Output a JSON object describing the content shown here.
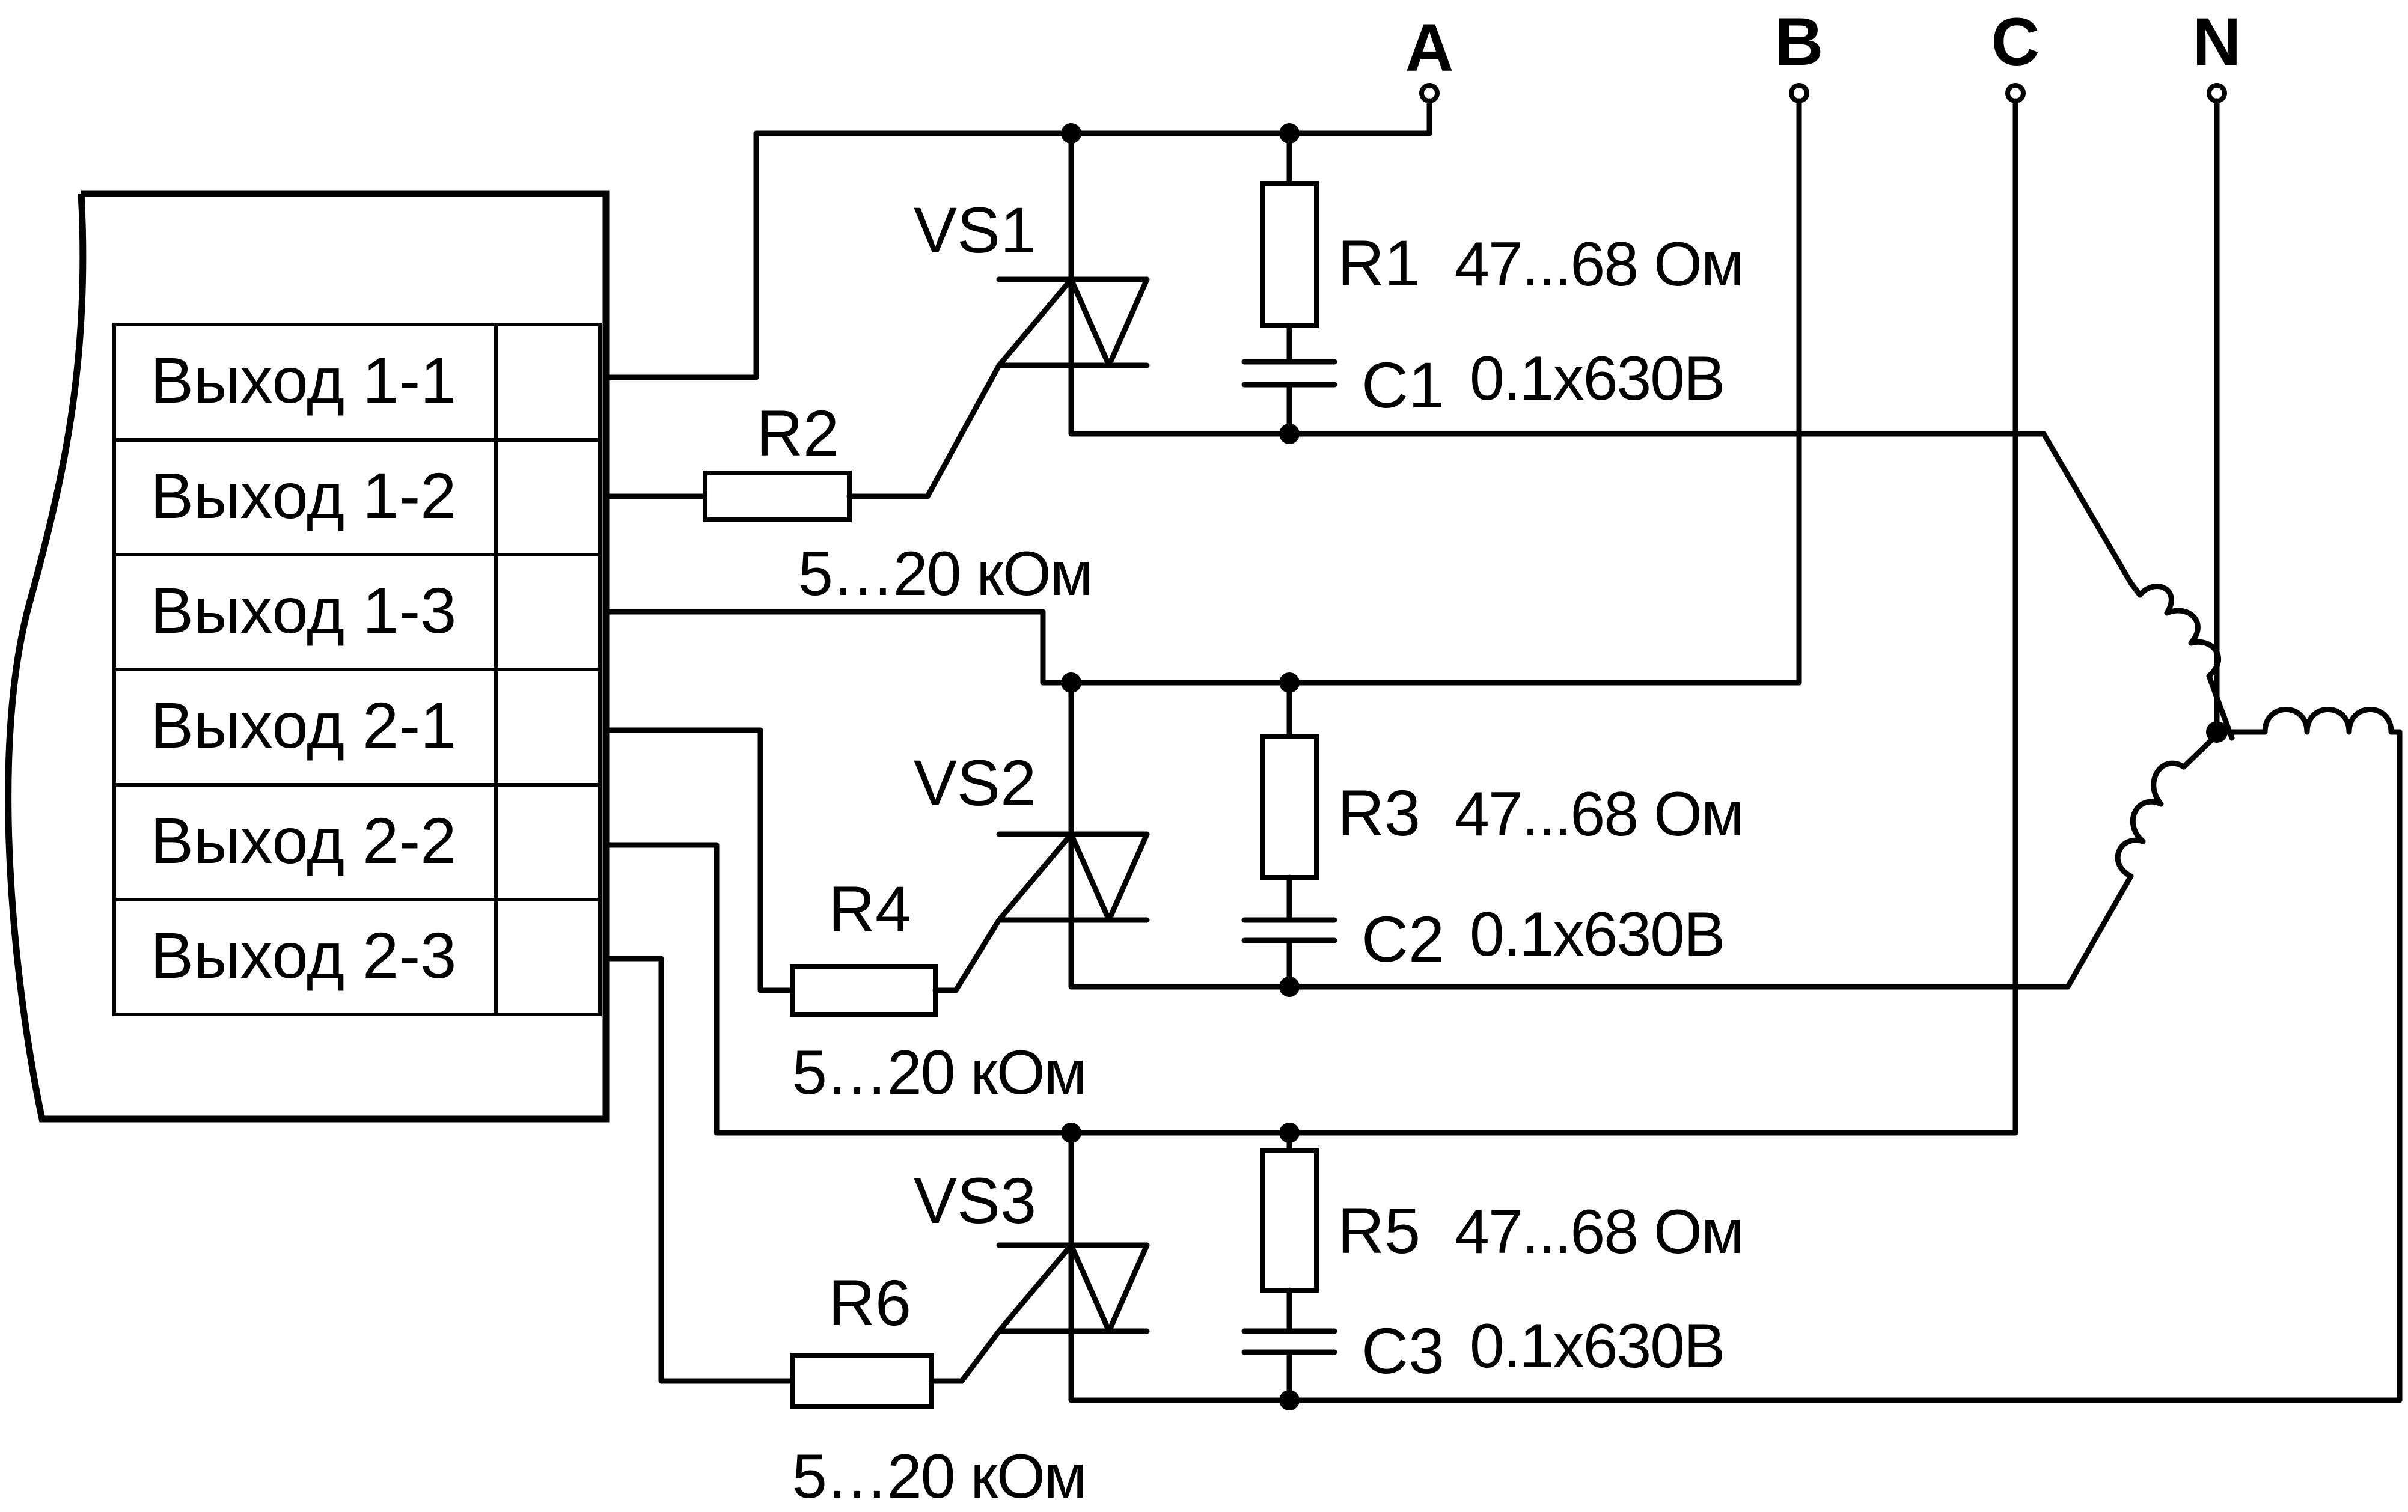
{
  "terminals": {
    "a": "A",
    "b": "B",
    "c": "C",
    "n": "N"
  },
  "outputs": [
    "Выход 1-1",
    "Выход 1-2",
    "Выход 1-3",
    "Выход 2-1",
    "Выход 2-2",
    "Выход 2-3"
  ],
  "channels": [
    {
      "triac": "VS1",
      "gate_resistor": "R2",
      "gate_resistor_value": "5…20 кОм",
      "snubber_resistor": "R1",
      "snubber_resistor_value": "47...68 Ом",
      "capacitor": "C1",
      "capacitor_value": "0.1х630В"
    },
    {
      "triac": "VS2",
      "gate_resistor": "R4",
      "gate_resistor_value": "5…20 кОм",
      "snubber_resistor": "R3",
      "snubber_resistor_value": "47...68 Ом",
      "capacitor": "C2",
      "capacitor_value": "0.1х630В"
    },
    {
      "triac": "VS3",
      "gate_resistor": "R6",
      "gate_resistor_value": "5…20 кОм",
      "snubber_resistor": "R5",
      "snubber_resistor_value": "47...68 Ом",
      "capacitor": "C3",
      "capacitor_value": "0.1х630В"
    }
  ]
}
